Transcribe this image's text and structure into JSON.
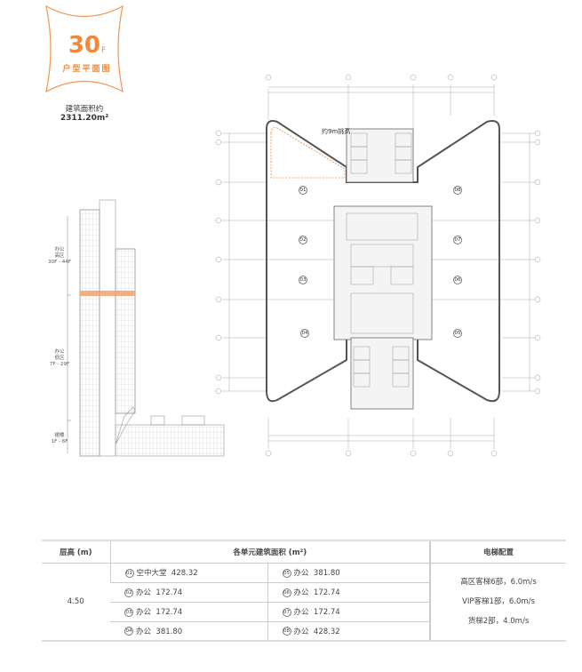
{
  "header": {
    "floor": "30",
    "floor_suffix": "F",
    "plan_title": "户型平面图",
    "area_label": "建筑面积约",
    "area_value": "2311.20m²",
    "accent_color": "#ef8a3c"
  },
  "elevation": {
    "zones": [
      {
        "name": "办公\n高区",
        "range": "30F - 44F"
      },
      {
        "name": "办公\n低区",
        "range": "7F - 29F"
      },
      {
        "name": "裙楼",
        "range": "1F - 6F"
      }
    ]
  },
  "plan": {
    "note": "约9m挑高",
    "units": [
      "01",
      "02",
      "03",
      "04",
      "05",
      "06",
      "07",
      "08"
    ]
  },
  "table": {
    "headers": [
      "层高 (m)",
      "各单元建筑面积 (m²)",
      "电梯配置"
    ],
    "floor_height": "4.50",
    "left_units": [
      {
        "no": "01",
        "use": "空中大堂",
        "area": "428.32"
      },
      {
        "no": "02",
        "use": "办公",
        "area": "172.74"
      },
      {
        "no": "03",
        "use": "办公",
        "area": "172.74"
      },
      {
        "no": "04",
        "use": "办公",
        "area": "381.80"
      }
    ],
    "right_units": [
      {
        "no": "05",
        "use": "办公",
        "area": "381.80"
      },
      {
        "no": "06",
        "use": "办公",
        "area": "172.74"
      },
      {
        "no": "07",
        "use": "办公",
        "area": "172.74"
      },
      {
        "no": "08",
        "use": "办公",
        "area": "428.32"
      }
    ],
    "elevators": [
      "高区客梯6部，6.0m/s",
      "VIP客梯1部，6.0m/s",
      "货梯2部，4.0m/s"
    ]
  }
}
